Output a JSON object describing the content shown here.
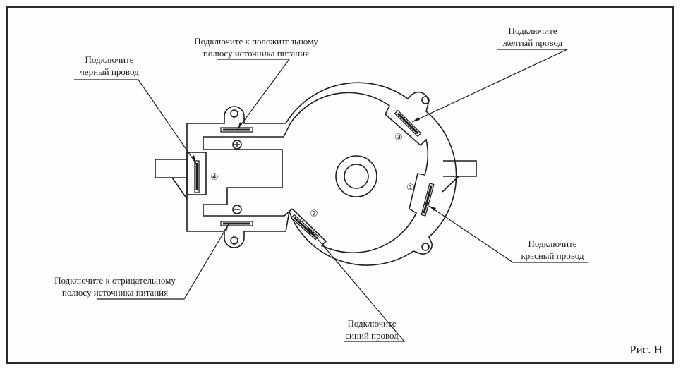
{
  "figure_caption": "Рис. Н",
  "labels": {
    "black_wire": {
      "line1": "Подключите",
      "line2": "черный провод"
    },
    "positive_pole": {
      "line1": "Подключите к положительному",
      "line2": "полюсу источника питания"
    },
    "yellow_wire": {
      "line1": "Подключите",
      "line2": "желтый провод"
    },
    "red_wire": {
      "line1": "Подключите",
      "line2": "красный провод"
    },
    "negative_pole": {
      "line1": "Подключите к отрицательному",
      "line2": "полюсу источника питания"
    },
    "blue_wire": {
      "line1": "Подключите",
      "line2": "синий провод"
    }
  },
  "terminal_numbers": {
    "t1": "①",
    "t2": "②",
    "t3": "③",
    "t4": "④"
  },
  "polarity": {
    "plus": "+",
    "minus": "−"
  },
  "colors": {
    "line": "#1e1e1e",
    "border": "#2a2a2a"
  }
}
